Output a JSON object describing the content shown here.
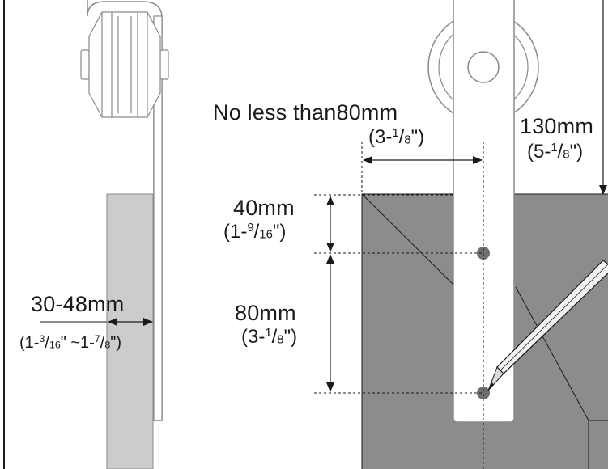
{
  "labels": {
    "gap_min": "No less than80mm",
    "gap_min_in_a": "(3-",
    "gap_min_in_num": "1",
    "gap_min_in_den": "8",
    "gap_min_in_b": "\")",
    "height": "130mm",
    "height_in_a": "(5-",
    "height_in_num": "1",
    "height_in_den": "8",
    "height_in_b": "\")",
    "top_offset": "40mm",
    "top_offset_in_a": "(1-",
    "top_offset_in_num": "9",
    "top_offset_in_den": "16",
    "top_offset_in_b": "\")",
    "hole_spacing": "80mm",
    "hole_spacing_in_a": "(3-",
    "hole_spacing_in_num": "1",
    "hole_spacing_in_den": "8",
    "hole_spacing_in_b": "\")",
    "door_thickness": "30-48mm",
    "door_thickness_in_a": "(1-",
    "door_thickness_in_num1": "3",
    "door_thickness_in_den1": "16",
    "door_thickness_in_mid": "\" ~1-",
    "door_thickness_in_num2": "7",
    "door_thickness_in_den2": "8",
    "door_thickness_in_b": "\")"
  },
  "colors": {
    "line": "#1a1a1a",
    "door_fill": "#8c8c8c",
    "side_door_fill": "#cccccc",
    "hanger_fill": "#ffffff",
    "hardware_stroke": "#8a8a8a",
    "bolt": "#6e6e6e"
  }
}
